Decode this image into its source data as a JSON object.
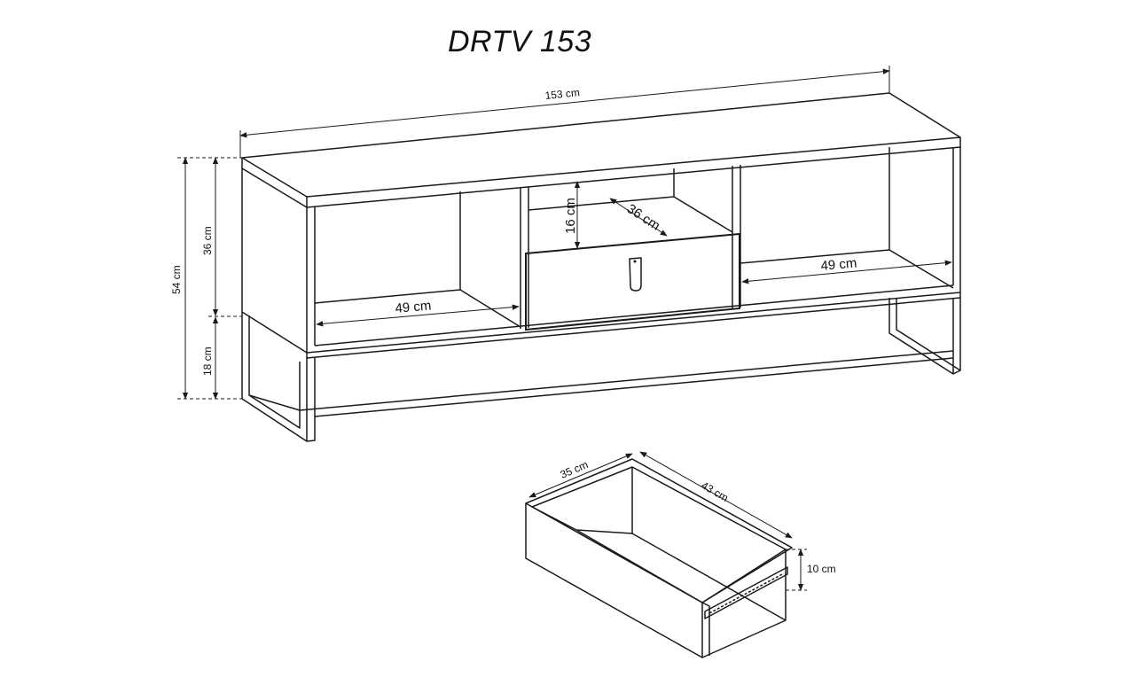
{
  "title": "DRTV 153",
  "dimensions": {
    "total_width": "153 cm",
    "total_height": "54 cm",
    "upper_height": "36 cm",
    "leg_height": "18 cm",
    "niche_height": "16 cm",
    "niche_depth": "36 cm",
    "left_shelf_width": "49 cm",
    "right_shelf_width": "49 cm",
    "drawer_depth": "35 cm",
    "drawer_width": "43 cm",
    "drawer_height": "10 cm"
  }
}
